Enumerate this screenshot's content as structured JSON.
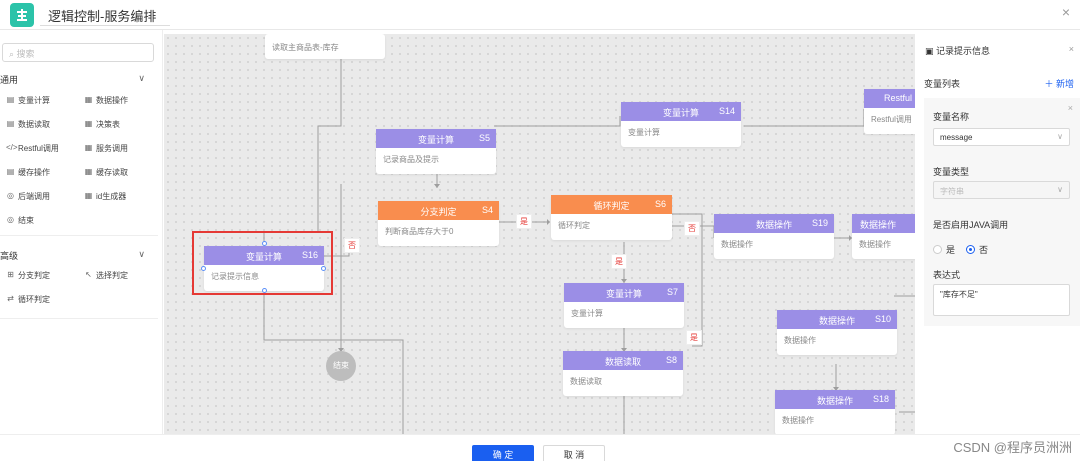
{
  "header": {
    "title": "逻辑控制-服务编排",
    "close": "×"
  },
  "left": {
    "search_placeholder": "搜索",
    "common_title": "通用",
    "common_items": [
      {
        "icon": "▤",
        "label": "变量计算"
      },
      {
        "icon": "▦",
        "label": "数据操作"
      },
      {
        "icon": "▤",
        "label": "数据读取"
      },
      {
        "icon": "▦",
        "label": "决策表"
      },
      {
        "icon": "</>",
        "label": "Restful调用"
      },
      {
        "icon": "▦",
        "label": "服务调用"
      },
      {
        "icon": "▤",
        "label": "缓存操作"
      },
      {
        "icon": "▦",
        "label": "缓存读取"
      },
      {
        "icon": "◎",
        "label": "后端调用"
      },
      {
        "icon": "▦",
        "label": "id生成器"
      },
      {
        "icon": "◎",
        "label": "结束"
      }
    ],
    "advanced_title": "高级",
    "advanced_items": [
      {
        "icon": "⊞",
        "label": "分支判定"
      },
      {
        "icon": "↖",
        "label": "选择判定"
      },
      {
        "icon": "⇄",
        "label": "循环判定"
      }
    ]
  },
  "canvas": {
    "read_node": "读取主商品表-库存",
    "nodes": {
      "s14": {
        "title": "变量计算",
        "step": "S14",
        "body": "变量计算"
      },
      "restful": {
        "title": "Restful",
        "body": "Restful调用"
      },
      "s5": {
        "title": "变量计算",
        "step": "S5",
        "body": "记录商品及提示"
      },
      "s4": {
        "title": "分支判定",
        "step": "S4",
        "body": "判断商品库存大于0"
      },
      "s6": {
        "title": "循环判定",
        "step": "S6",
        "body": "循环判定"
      },
      "s19": {
        "title": "数据操作",
        "step": "S19",
        "body": "数据操作"
      },
      "s19b": {
        "title": "数据操作",
        "body": "数据操作"
      },
      "s16": {
        "title": "变量计算",
        "step": "S16",
        "body": "记录提示信息"
      },
      "s7": {
        "title": "变量计算",
        "step": "S7",
        "body": "变量计算"
      },
      "s10": {
        "title": "数据操作",
        "step": "S10",
        "body": "数据操作"
      },
      "s8": {
        "title": "数据读取",
        "step": "S8",
        "body": "数据读取"
      },
      "s18": {
        "title": "数据操作",
        "step": "S18",
        "body": "数据操作"
      }
    },
    "tags": {
      "yes": "是",
      "no": "否"
    },
    "end_label": "结束"
  },
  "right": {
    "title": "记录提示信息",
    "var_list": "变量列表",
    "add_new": "新增",
    "var_name_label": "变量名称",
    "var_name_value": "message",
    "var_type_label": "变量类型",
    "var_type_value": "字符串",
    "java_label": "是否启用JAVA调用",
    "radio_yes": "是",
    "radio_no": "否",
    "expr_label": "表达式",
    "expr_value": "\"库存不足\""
  },
  "footer": {
    "ok": "确 定",
    "cancel": "取 消"
  },
  "watermark": "CSDN @程序员洲洲",
  "colors": {
    "purple": "#9b8ee6",
    "orange": "#f98d4e",
    "primary": "#1a5ff0",
    "highlight": "#e53935",
    "logo": "#2bc3a9"
  }
}
